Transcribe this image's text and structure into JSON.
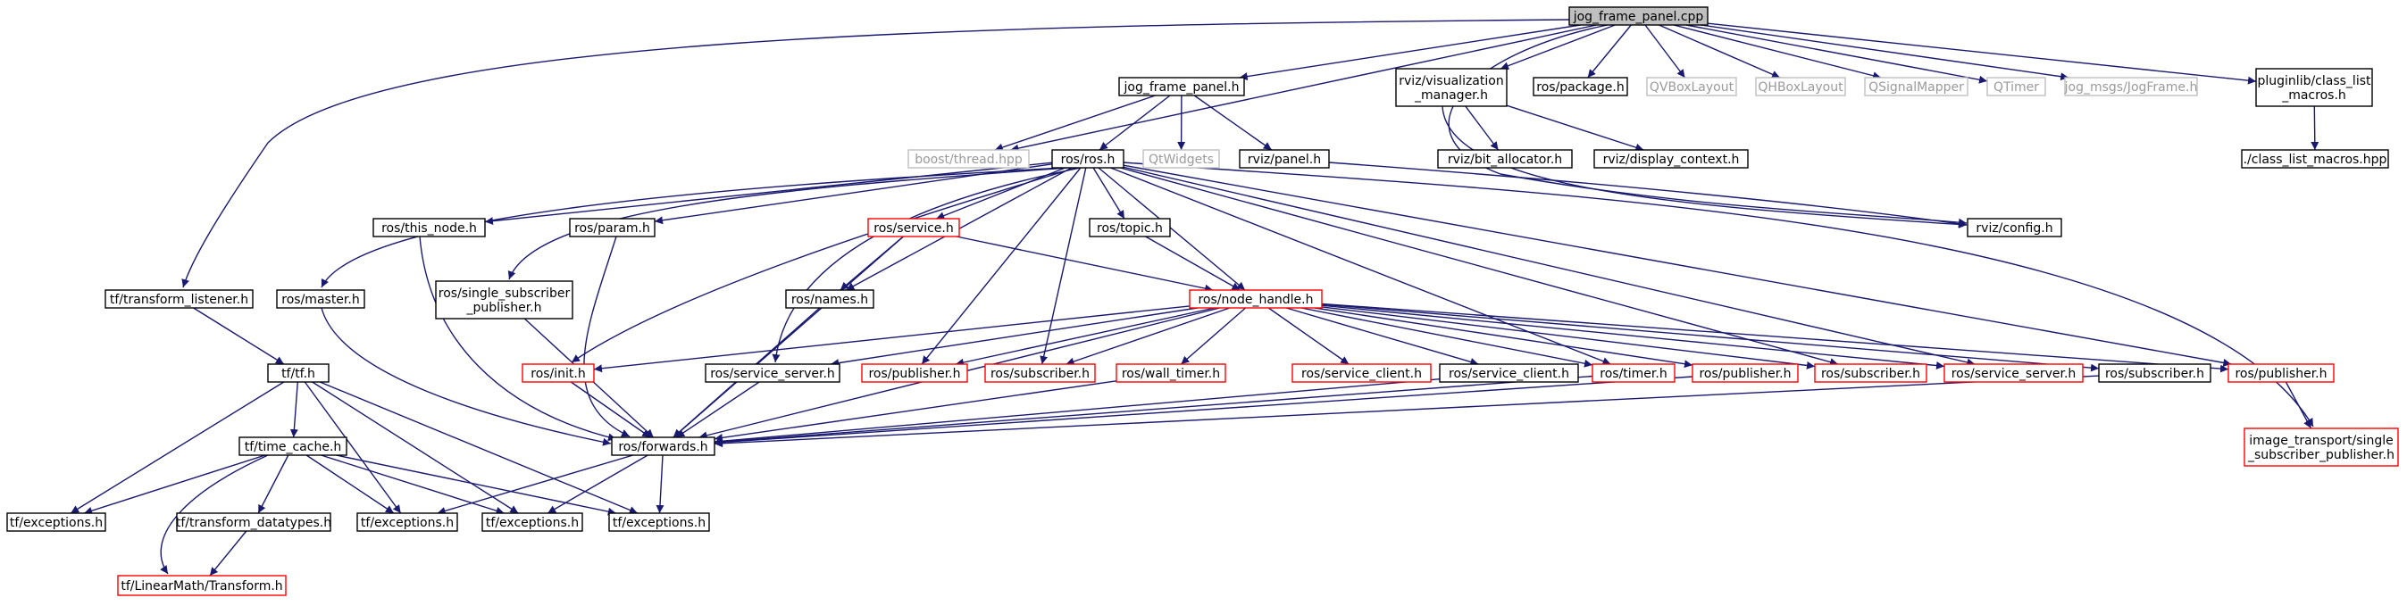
{
  "graph": {
    "edge_color": "#191970",
    "node_styles": {
      "root_fill": "#bfbfbf",
      "normal": "#000000",
      "missing": "#ff0000",
      "external": "#bfbfbf"
    },
    "nodes": [
      {
        "id": "jog_frame_panel_cpp",
        "lines": [
          "jog_frame_panel.cpp"
        ],
        "style": "root"
      },
      {
        "id": "jog_frame_panel_h",
        "lines": [
          "jog_frame_panel.h"
        ],
        "style": "black"
      },
      {
        "id": "rviz_visualization_manager_h",
        "lines": [
          "rviz/visualization",
          "_manager.h"
        ],
        "style": "black"
      },
      {
        "id": "ros_package_h",
        "lines": [
          "ros/package.h"
        ],
        "style": "black"
      },
      {
        "id": "qvboxlayout",
        "lines": [
          "QVBoxLayout"
        ],
        "style": "gray"
      },
      {
        "id": "qhboxlayout",
        "lines": [
          "QHBoxLayout"
        ],
        "style": "gray"
      },
      {
        "id": "qsignalmapper",
        "lines": [
          "QSignalMapper"
        ],
        "style": "gray"
      },
      {
        "id": "qtimer",
        "lines": [
          "QTimer"
        ],
        "style": "gray"
      },
      {
        "id": "jog_msgs_jogframe_h",
        "lines": [
          "jog_msgs/JogFrame.h"
        ],
        "style": "gray"
      },
      {
        "id": "pluginlib_class_list_macros_h",
        "lines": [
          "pluginlib/class_list",
          "_macros.h"
        ],
        "style": "black"
      },
      {
        "id": "boost_thread_hpp",
        "lines": [
          "boost/thread.hpp"
        ],
        "style": "gray"
      },
      {
        "id": "ros_ros_h",
        "lines": [
          "ros/ros.h"
        ],
        "style": "black"
      },
      {
        "id": "qtwidgets",
        "lines": [
          "QtWidgets"
        ],
        "style": "gray"
      },
      {
        "id": "rviz_panel_h",
        "lines": [
          "rviz/panel.h"
        ],
        "style": "black"
      },
      {
        "id": "rviz_bit_allocator_h",
        "lines": [
          "rviz/bit_allocator.h"
        ],
        "style": "black"
      },
      {
        "id": "rviz_display_context_h",
        "lines": [
          "rviz/display_context.h"
        ],
        "style": "black"
      },
      {
        "id": "class_list_macros_hpp",
        "lines": [
          "./class_list_macros.hpp"
        ],
        "style": "black"
      },
      {
        "id": "ros_this_node_h",
        "lines": [
          "ros/this_node.h"
        ],
        "style": "black"
      },
      {
        "id": "ros_param_h",
        "lines": [
          "ros/param.h"
        ],
        "style": "black"
      },
      {
        "id": "ros_service_h",
        "lines": [
          "ros/service.h"
        ],
        "style": "red"
      },
      {
        "id": "ros_topic_h",
        "lines": [
          "ros/topic.h"
        ],
        "style": "black"
      },
      {
        "id": "rviz_config_h",
        "lines": [
          "rviz/config.h"
        ],
        "style": "black"
      },
      {
        "id": "tf_transform_listener_h",
        "lines": [
          "tf/transform_listener.h"
        ],
        "style": "black"
      },
      {
        "id": "ros_master_h",
        "lines": [
          "ros/master.h"
        ],
        "style": "black"
      },
      {
        "id": "ros_single_subscriber_publisher_h",
        "lines": [
          "ros/single_subscriber",
          "_publisher.h"
        ],
        "style": "black"
      },
      {
        "id": "ros_names_h",
        "lines": [
          "ros/names.h"
        ],
        "style": "black"
      },
      {
        "id": "ros_node_handle_h",
        "lines": [
          "ros/node_handle.h"
        ],
        "style": "red"
      },
      {
        "id": "tf_tf_h",
        "lines": [
          "tf/tf.h"
        ],
        "style": "black"
      },
      {
        "id": "ros_init_h",
        "lines": [
          "ros/init.h"
        ],
        "style": "red"
      },
      {
        "id": "ros_service_server_h_1",
        "lines": [
          "ros/service_server.h"
        ],
        "style": "black"
      },
      {
        "id": "ros_publisher_h_1",
        "lines": [
          "ros/publisher.h"
        ],
        "style": "red"
      },
      {
        "id": "ros_subscriber_h_1",
        "lines": [
          "ros/subscriber.h"
        ],
        "style": "red"
      },
      {
        "id": "ros_wall_timer_h",
        "lines": [
          "ros/wall_timer.h"
        ],
        "style": "red"
      },
      {
        "id": "ros_service_client_h_1",
        "lines": [
          "ros/service_client.h"
        ],
        "style": "red"
      },
      {
        "id": "ros_service_client_h_2",
        "lines": [
          "ros/service_client.h"
        ],
        "style": "black"
      },
      {
        "id": "ros_timer_h",
        "lines": [
          "ros/timer.h"
        ],
        "style": "red"
      },
      {
        "id": "ros_publisher_h_2",
        "lines": [
          "ros/publisher.h"
        ],
        "style": "red"
      },
      {
        "id": "ros_subscriber_h_2",
        "lines": [
          "ros/subscriber.h"
        ],
        "style": "red"
      },
      {
        "id": "ros_service_server_h_2",
        "lines": [
          "ros/service_server.h"
        ],
        "style": "red"
      },
      {
        "id": "ros_subscriber_h_3",
        "lines": [
          "ros/subscriber.h"
        ],
        "style": "black"
      },
      {
        "id": "ros_publisher_h_3",
        "lines": [
          "ros/publisher.h"
        ],
        "style": "red"
      },
      {
        "id": "tf_time_cache_h",
        "lines": [
          "tf/time_cache.h"
        ],
        "style": "black"
      },
      {
        "id": "ros_forwards_h",
        "lines": [
          "ros/forwards.h"
        ],
        "style": "black"
      },
      {
        "id": "image_transport_single_subscriber_publisher_h",
        "lines": [
          "image_transport/single",
          "_subscriber_publisher.h"
        ],
        "style": "red"
      },
      {
        "id": "tf_exceptions_h_1",
        "lines": [
          "tf/exceptions.h"
        ],
        "style": "black"
      },
      {
        "id": "tf_transform_datatypes_h",
        "lines": [
          "tf/transform_datatypes.h"
        ],
        "style": "black"
      },
      {
        "id": "tf_exceptions_h_2",
        "lines": [
          "tf/exceptions.h"
        ],
        "style": "black"
      },
      {
        "id": "tf_exceptions_h_3",
        "lines": [
          "tf/exceptions.h"
        ],
        "style": "black"
      },
      {
        "id": "tf_exceptions_h_4",
        "lines": [
          "tf/exceptions.h"
        ],
        "style": "black"
      },
      {
        "id": "tf_linearmath_transform_h",
        "lines": [
          "tf/LinearMath/Transform.h"
        ],
        "style": "red"
      }
    ],
    "edges": [
      [
        "jog_frame_panel_cpp",
        "jog_frame_panel_h"
      ],
      [
        "jog_frame_panel_cpp",
        "rviz_visualization_manager_h"
      ],
      [
        "jog_frame_panel_cpp",
        "ros_package_h"
      ],
      [
        "jog_frame_panel_cpp",
        "qvboxlayout"
      ],
      [
        "jog_frame_panel_cpp",
        "qhboxlayout"
      ],
      [
        "jog_frame_panel_cpp",
        "qsignalmapper"
      ],
      [
        "jog_frame_panel_cpp",
        "qtimer"
      ],
      [
        "jog_frame_panel_cpp",
        "jog_msgs_jogframe_h"
      ],
      [
        "jog_frame_panel_cpp",
        "pluginlib_class_list_macros_h"
      ],
      [
        "jog_frame_panel_cpp",
        "boost_thread_hpp"
      ],
      [
        "jog_frame_panel_cpp",
        "tf_transform_listener_h"
      ],
      [
        "jog_frame_panel_cpp",
        "rviz_config_h"
      ],
      [
        "jog_frame_panel_h",
        "boost_thread_hpp"
      ],
      [
        "jog_frame_panel_h",
        "ros_ros_h"
      ],
      [
        "jog_frame_panel_h",
        "qtwidgets"
      ],
      [
        "jog_frame_panel_h",
        "rviz_panel_h"
      ],
      [
        "rviz_visualization_manager_h",
        "rviz_bit_allocator_h"
      ],
      [
        "rviz_visualization_manager_h",
        "rviz_display_context_h"
      ],
      [
        "rviz_visualization_manager_h",
        "rviz_config_h"
      ],
      [
        "pluginlib_class_list_macros_h",
        "class_list_macros_hpp"
      ],
      [
        "rviz_panel_h",
        "rviz_config_h"
      ],
      [
        "ros_ros_h",
        "ros_this_node_h"
      ],
      [
        "ros_ros_h",
        "ros_param_h"
      ],
      [
        "ros_ros_h",
        "ros_service_h"
      ],
      [
        "ros_ros_h",
        "ros_topic_h"
      ],
      [
        "ros_ros_h",
        "ros_master_h"
      ],
      [
        "ros_ros_h",
        "ros_single_subscriber_publisher_h"
      ],
      [
        "ros_ros_h",
        "ros_names_h"
      ],
      [
        "ros_ros_h",
        "ros_node_handle_h"
      ],
      [
        "ros_ros_h",
        "ros_init_h"
      ],
      [
        "ros_ros_h",
        "ros_service_server_h_1"
      ],
      [
        "ros_ros_h",
        "ros_publisher_h_1"
      ],
      [
        "ros_ros_h",
        "ros_subscriber_h_1"
      ],
      [
        "ros_ros_h",
        "ros_timer_h"
      ],
      [
        "ros_ros_h",
        "ros_subscriber_h_2"
      ],
      [
        "ros_ros_h",
        "ros_service_server_h_2"
      ],
      [
        "ros_ros_h",
        "ros_publisher_h_3"
      ],
      [
        "ros_ros_h",
        "image_transport_single_subscriber_publisher_h"
      ],
      [
        "ros_service_h",
        "ros_names_h"
      ],
      [
        "ros_service_h",
        "ros_node_handle_h"
      ],
      [
        "ros_service_h",
        "ros_forwards_h"
      ],
      [
        "ros_topic_h",
        "ros_node_handle_h"
      ],
      [
        "ros_this_node_h",
        "ros_forwards_h"
      ],
      [
        "ros_param_h",
        "ros_forwards_h"
      ],
      [
        "ros_master_h",
        "ros_forwards_h"
      ],
      [
        "ros_single_subscriber_publisher_h",
        "ros_forwards_h"
      ],
      [
        "ros_names_h",
        "ros_forwards_h"
      ],
      [
        "ros_node_handle_h",
        "ros_init_h"
      ],
      [
        "ros_node_handle_h",
        "ros_service_server_h_1"
      ],
      [
        "ros_node_handle_h",
        "ros_publisher_h_1"
      ],
      [
        "ros_node_handle_h",
        "ros_subscriber_h_1"
      ],
      [
        "ros_node_handle_h",
        "ros_wall_timer_h"
      ],
      [
        "ros_node_handle_h",
        "ros_service_client_h_1"
      ],
      [
        "ros_node_handle_h",
        "ros_service_client_h_2"
      ],
      [
        "ros_node_handle_h",
        "ros_timer_h"
      ],
      [
        "ros_node_handle_h",
        "ros_publisher_h_2"
      ],
      [
        "ros_node_handle_h",
        "ros_subscriber_h_2"
      ],
      [
        "ros_node_handle_h",
        "ros_service_server_h_2"
      ],
      [
        "ros_node_handle_h",
        "ros_subscriber_h_3"
      ],
      [
        "ros_node_handle_h",
        "ros_publisher_h_3"
      ],
      [
        "ros_node_handle_h",
        "ros_forwards_h"
      ],
      [
        "ros_init_h",
        "ros_forwards_h"
      ],
      [
        "ros_service_server_h_1",
        "ros_forwards_h"
      ],
      [
        "ros_wall_timer_h",
        "ros_forwards_h"
      ],
      [
        "ros_service_client_h_2",
        "ros_forwards_h"
      ],
      [
        "ros_timer_h",
        "ros_forwards_h"
      ],
      [
        "ros_publisher_h_2",
        "ros_forwards_h"
      ],
      [
        "ros_subscriber_h_3",
        "ros_forwards_h"
      ],
      [
        "ros_publisher_h_3",
        "image_transport_single_subscriber_publisher_h"
      ],
      [
        "tf_transform_listener_h",
        "tf_tf_h"
      ],
      [
        "tf_tf_h",
        "tf_time_cache_h"
      ],
      [
        "tf_tf_h",
        "tf_exceptions_h_1"
      ],
      [
        "tf_tf_h",
        "tf_exceptions_h_2"
      ],
      [
        "tf_tf_h",
        "tf_exceptions_h_3"
      ],
      [
        "tf_tf_h",
        "tf_exceptions_h_4"
      ],
      [
        "tf_time_cache_h",
        "tf_exceptions_h_1"
      ],
      [
        "tf_time_cache_h",
        "tf_transform_datatypes_h"
      ],
      [
        "tf_time_cache_h",
        "tf_exceptions_h_2"
      ],
      [
        "tf_time_cache_h",
        "tf_exceptions_h_3"
      ],
      [
        "tf_time_cache_h",
        "tf_exceptions_h_4"
      ],
      [
        "tf_time_cache_h",
        "tf_linearmath_transform_h"
      ],
      [
        "tf_transform_datatypes_h",
        "tf_linearmath_transform_h"
      ],
      [
        "ros_forwards_h",
        "tf_exceptions_h_2"
      ],
      [
        "ros_forwards_h",
        "tf_exceptions_h_3"
      ],
      [
        "ros_forwards_h",
        "tf_exceptions_h_4"
      ]
    ]
  }
}
